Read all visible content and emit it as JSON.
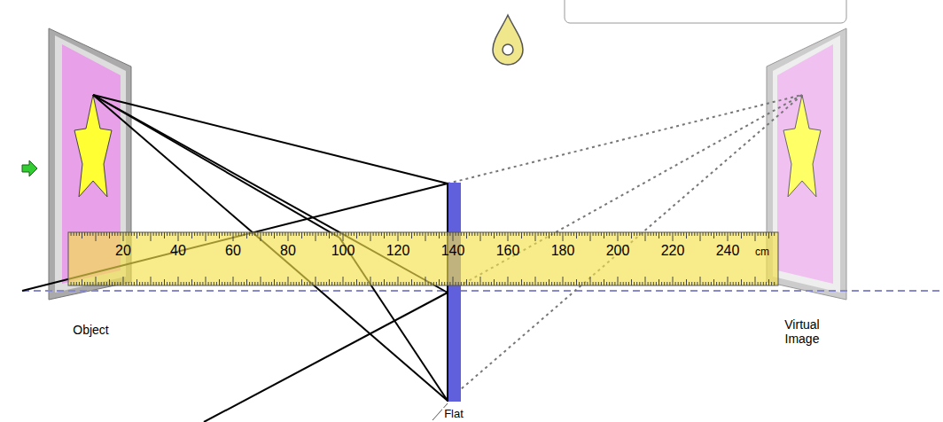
{
  "diagram": {
    "nodes": [
      {
        "text": [
          "Object"
        ]
      },
      {
        "text": [
          "Virtual Image"
        ]
      }
    ],
    "labels": [
      "20",
      "40",
      "60",
      "80",
      "100",
      "120",
      "140",
      "160",
      "180",
      "200",
      "220",
      "240",
      "cm",
      "Flat"
    ]
  }
}
